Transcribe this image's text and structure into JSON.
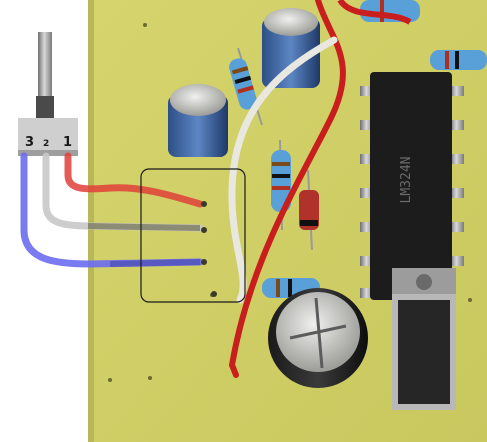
{
  "switch": {
    "pin_labels": [
      "3",
      "2",
      "1"
    ]
  },
  "wires": {
    "pin1_color": "#e0403a",
    "pin2_color": "#c8c8c8",
    "pin3_color": "#6c6cf0"
  },
  "board": {
    "pcb_color": "#d4d46a",
    "chip_marking": "LM324N"
  }
}
